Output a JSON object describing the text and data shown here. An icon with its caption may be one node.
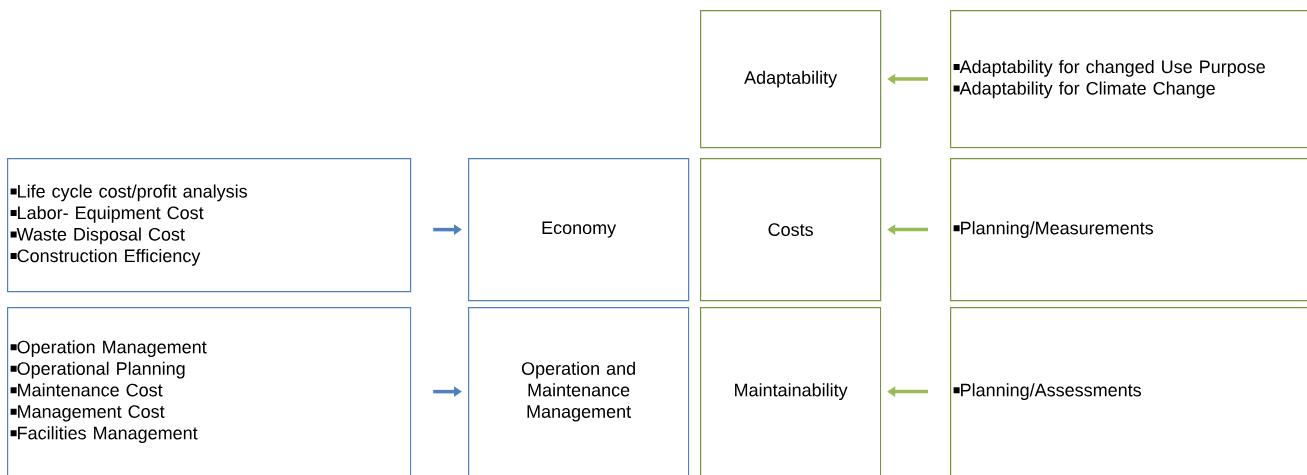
{
  "diagram": {
    "nodes": [
      {
        "text": [
          "Adaptability"
        ]
      },
      {
        "text": [
          "Adaptability for changed Use Purpose",
          "Adaptability for Climate Change"
        ]
      },
      {
        "text": [
          "Life cycle cost/profit analysis",
          "Labor- Equipment Cost",
          "Waste Disposal Cost",
          "Construction Efficiency"
        ]
      },
      {
        "text": [
          "Economy"
        ]
      },
      {
        "text": [
          "Costs"
        ]
      },
      {
        "text": [
          "Planning/Measurements"
        ]
      },
      {
        "text": [
          "Operation Management",
          "Operational Planning",
          "Maintenance Cost",
          "Management Cost",
          "Facilities Management"
        ]
      },
      {
        "text": [
          "Operation and Maintenance Management"
        ]
      },
      {
        "text": [
          "Maintainability"
        ]
      },
      {
        "text": [
          "Planning/Assessments"
        ]
      }
    ],
    "edges": [
      {
        "from": 1,
        "to": 0,
        "arrow": "to"
      },
      {
        "from": 2,
        "to": 3,
        "arrow": "to",
        "color": "#4f81bd"
      },
      {
        "from": 5,
        "to": 4,
        "arrow": "to"
      },
      {
        "from": 6,
        "to": 7,
        "arrow": "to",
        "color": "#4f81bd"
      },
      {
        "from": 9,
        "to": 8,
        "arrow": "to"
      }
    ]
  }
}
